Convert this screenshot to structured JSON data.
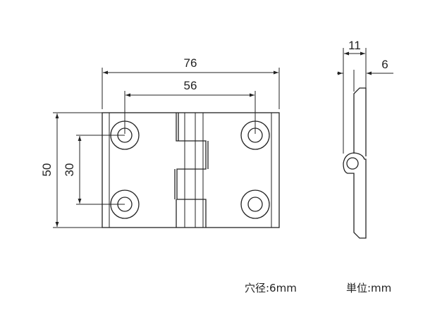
{
  "front_view": {
    "dim_overall_width": "76",
    "dim_hole_spacing_horizontal": "56",
    "dim_overall_height": "50",
    "dim_hole_spacing_vertical": "30"
  },
  "side_view": {
    "dim_open_thickness": "11",
    "dim_leaf_offset": "6"
  },
  "notes": {
    "hole_diameter": "穴径:6mm",
    "unit": "単位:mm"
  },
  "colors": {
    "line": "#222222",
    "background": "#ffffff"
  }
}
